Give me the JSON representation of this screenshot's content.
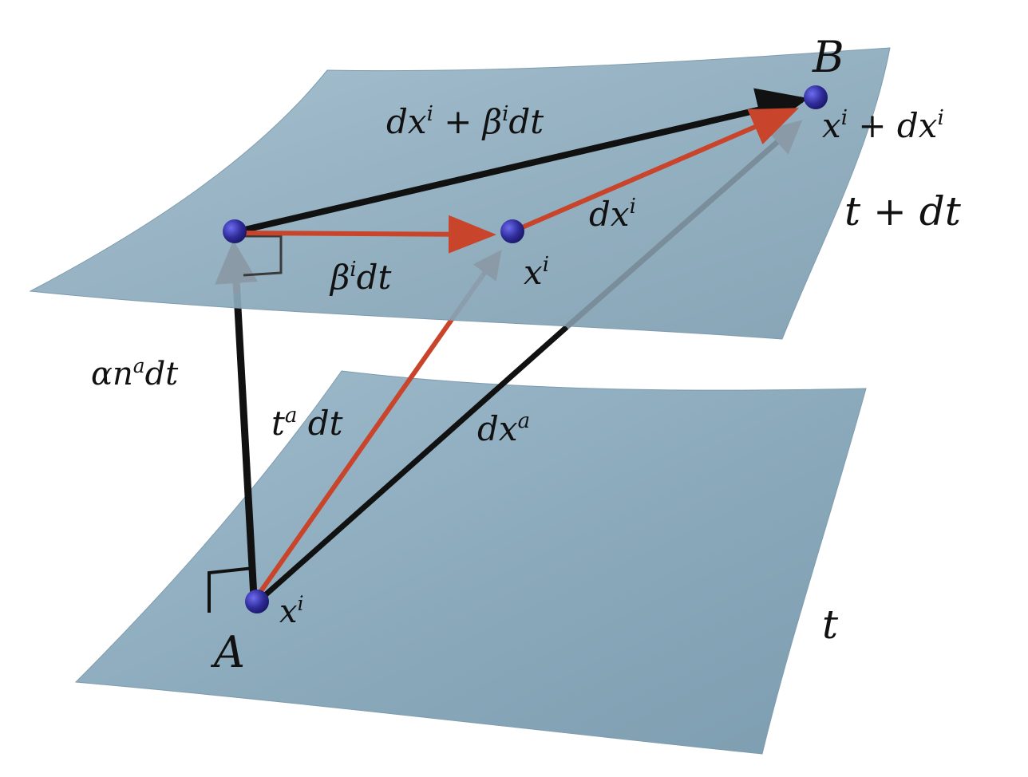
{
  "diagram": {
    "surfaces": {
      "upper": {
        "label": "t + dt",
        "color": "#8fadbf"
      },
      "lower": {
        "label": "t",
        "color": "#8fadbf"
      }
    },
    "points": {
      "A": {
        "label": "A",
        "coord": "x",
        "coord_sup": "i"
      },
      "B": {
        "label": "B",
        "coord": "x",
        "coord_sup": "i",
        "coord_rest": " + dx",
        "coord_rest_sup": "i"
      },
      "mid": {
        "coord": "x",
        "coord_sup": "i"
      }
    },
    "vectors": {
      "normal": {
        "pre": "αn",
        "sup": "a",
        "post": "dt",
        "color": "#111111"
      },
      "shift": {
        "pre": "β",
        "sup": "i",
        "post": "dt",
        "color": "#c8442a"
      },
      "spatial_step": {
        "pre": "dx",
        "sup": "i",
        "post": "",
        "color": "#c8442a"
      },
      "time_vector": {
        "pre": "t",
        "sup": "a",
        "post": " dt",
        "color": "#c8442a"
      },
      "total": {
        "pre": "dx",
        "sup": "a",
        "post": "",
        "color": "#111111"
      },
      "top": {
        "pre": "dx",
        "sup": "i",
        "mid": " + β",
        "mid_sup": "i",
        "post": "dt",
        "color": "#111111"
      }
    },
    "point_color": "#2d2b8f"
  }
}
